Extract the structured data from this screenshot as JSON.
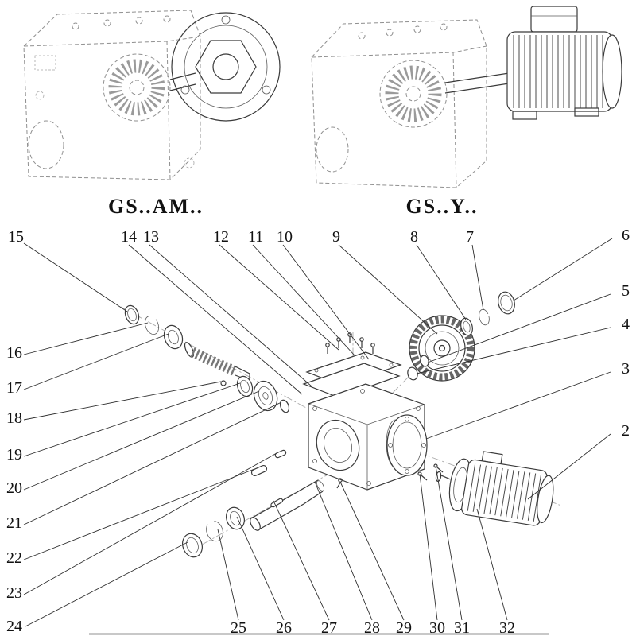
{
  "figures": {
    "left_label": "GS..AM..",
    "right_label": "GS..Y.."
  },
  "callouts": {
    "top": [
      "15",
      "14",
      "13",
      "12",
      "11",
      "10",
      "9",
      "8",
      "7",
      "6"
    ],
    "right": [
      "5",
      "4",
      "3",
      "2"
    ],
    "left": [
      "16",
      "17",
      "18",
      "19",
      "20",
      "21",
      "22",
      "23",
      "24"
    ],
    "bottom": [
      "25",
      "26",
      "27",
      "28",
      "29",
      "30",
      "31",
      "32"
    ]
  },
  "colors": {
    "line": "#3a3a3a",
    "dashed_line": "#8f8f8f",
    "leader": "#2f2f2f",
    "text": "#111111",
    "background": "#ffffff"
  }
}
